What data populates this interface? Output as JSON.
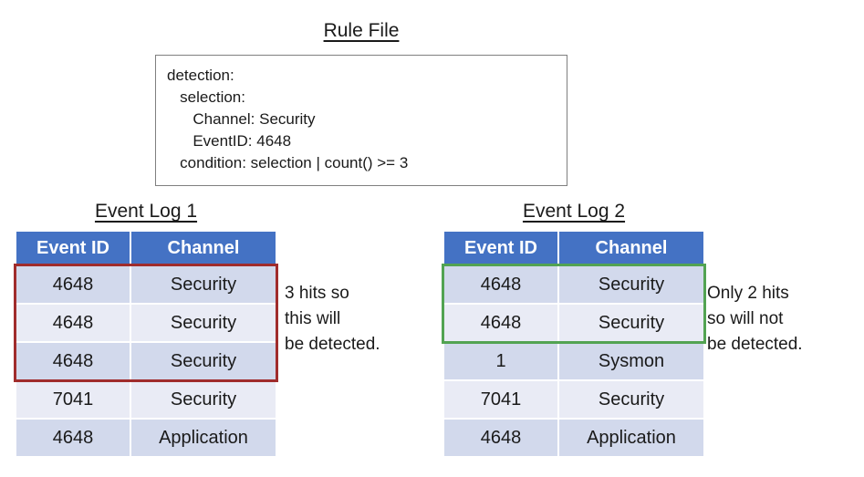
{
  "rule_file": {
    "title": "Rule File",
    "lines": [
      "detection:",
      "   selection:",
      "      Channel: Security",
      "      EventID: 4648",
      "   condition: selection | count() >= 3"
    ]
  },
  "event_logs": [
    {
      "title": "Event Log 1",
      "headers": [
        "Event ID",
        "Channel"
      ],
      "rows": [
        [
          "4648",
          "Security"
        ],
        [
          "4648",
          "Security"
        ],
        [
          "4648",
          "Security"
        ],
        [
          "7041",
          "Security"
        ],
        [
          "4648",
          "Application"
        ]
      ],
      "highlight": {
        "row_count": 3,
        "color": "#A02C2C"
      },
      "annotation": "3 hits so\nthis will\nbe detected."
    },
    {
      "title": "Event Log 2",
      "headers": [
        "Event ID",
        "Channel"
      ],
      "rows": [
        [
          "4648",
          "Security"
        ],
        [
          "4648",
          "Security"
        ],
        [
          "1",
          "Sysmon"
        ],
        [
          "7041",
          "Security"
        ],
        [
          "4648",
          "Application"
        ]
      ],
      "highlight": {
        "row_count": 2,
        "color": "#52A352"
      },
      "annotation": "Only 2 hits\nso will not\nbe detected."
    }
  ],
  "colors": {
    "header_bg": "#4472C4",
    "row_odd": "#D2D9EC",
    "row_even": "#E9EBF5",
    "highlight_red": "#A02C2C",
    "highlight_green": "#52A352"
  }
}
